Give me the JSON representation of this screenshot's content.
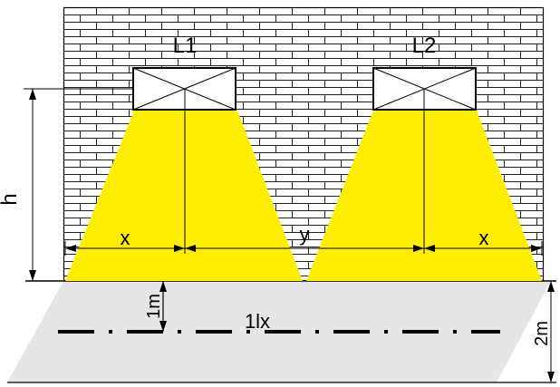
{
  "labels": {
    "luminaire_left": "L1",
    "luminaire_right": "L2",
    "height": "h",
    "offset_left": "x",
    "spacing": "y",
    "offset_right": "x",
    "measure_height": "1m",
    "measure_line": "1lx",
    "band_width": "2m"
  },
  "colors": {
    "light_cone": "#ffee00",
    "floor": "#e6e6e6",
    "wall": "#ffffff",
    "lines": "#000000"
  }
}
